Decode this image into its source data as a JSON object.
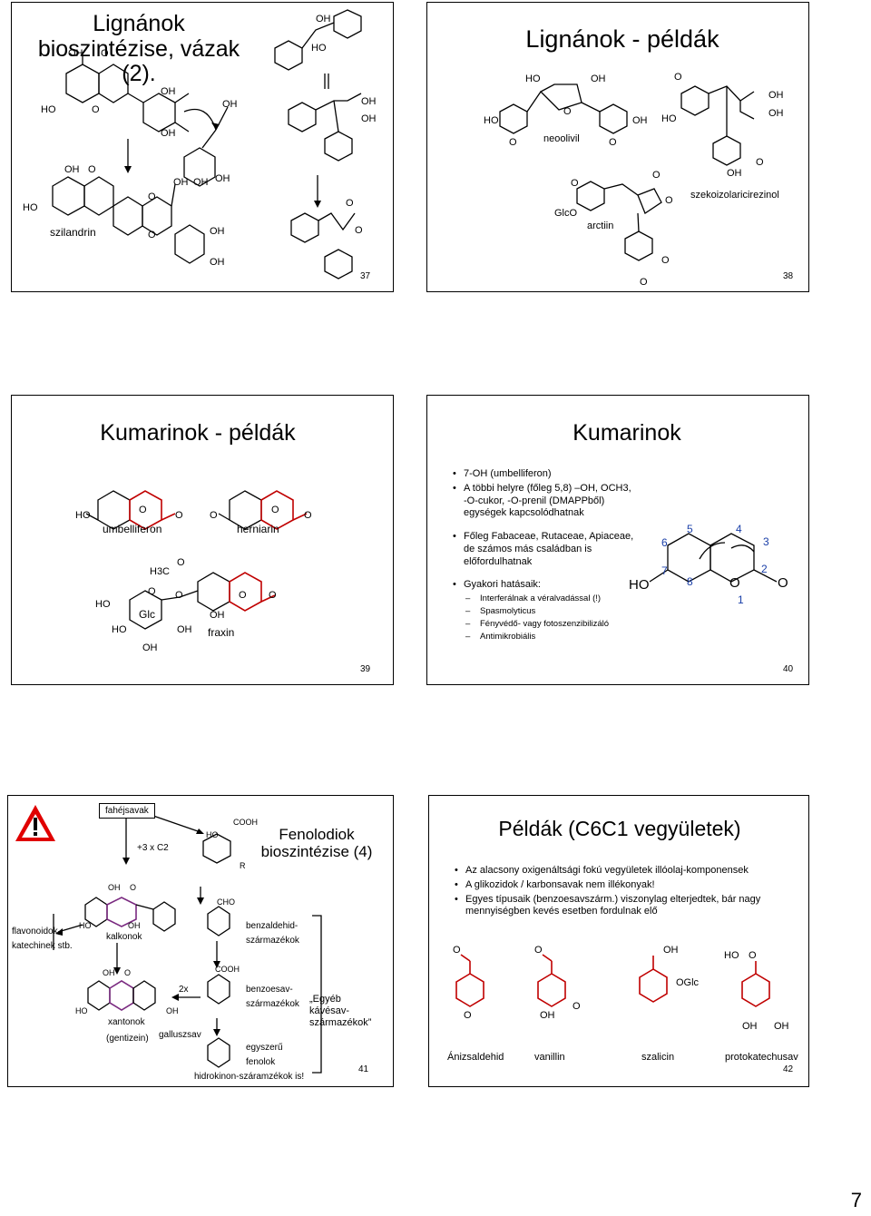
{
  "slides": {
    "s37": {
      "title": "Lignánok bioszintézise, vázak (2).",
      "number": "37",
      "labels": {
        "szilandrin": "szilandrin"
      }
    },
    "s38": {
      "title": "Lignánok - példák",
      "number": "38",
      "labels": {
        "neoolivil": "neoolivil",
        "szekoizolaricirezinol": "szekoizolaricirezinol",
        "arctiin": "arctiin",
        "glco": "GlcO"
      }
    },
    "s39": {
      "title": "Kumarinok - példák",
      "number": "39",
      "labels": {
        "umbelliferon": "umbelliferon",
        "herniarin": "herniarin",
        "fraxin": "fraxin",
        "glc": "Glc",
        "h3c": "H3C"
      }
    },
    "s40": {
      "title": "Kumarinok",
      "number": "40",
      "bullets": [
        {
          "text": "7-OH (umbelliferon)"
        },
        {
          "text": "A többi helyre (főleg 5,8) –OH, OCH3, -O-cukor, -O-prenil (DMAPPből) egységek kapcsolódhatnak"
        },
        {
          "text": "Főleg Fabaceae, Rutaceae, Apiaceae, de számos más családban is előfordulhatnak"
        },
        {
          "text": "Gyakori hatásaik:"
        }
      ],
      "dashes": [
        "Interferálnak a véralvadással (!)",
        "Spasmolyticus",
        "Fényvédő- vagy fotoszenzibilizáló",
        "Antimikrobiális"
      ],
      "ring_numbers": [
        "1",
        "2",
        "3",
        "4",
        "5",
        "6",
        "7",
        "8"
      ]
    },
    "s41": {
      "title": "Fenolodiok bioszintézise (4)",
      "number": "41",
      "labels": {
        "fahejsavak": "fahéjsavak",
        "plus3c2": "+3 x C2",
        "flavonoidok": "flavonoidok, katechinek stb.",
        "kalkonok": "kalkonok",
        "xantonok": "xantonok",
        "gentizein": "(gentizein)",
        "galluszsav": "galluszsav",
        "twox": "2x",
        "benzaldehid": "benzaldehid-származékok",
        "benzoesav": "benzoesav-származékok",
        "egyszeru": "egyszerű fenolok",
        "hidrokinon": "hidrokinon-száramzékok is!",
        "egyeb": "„Egyéb kávésav-származékok”",
        "cooh": "COOH",
        "cho": "CHO",
        "r": "R"
      }
    },
    "s42": {
      "title": "Példák (C6C1 vegyületek)",
      "number": "42",
      "bullets": [
        "Az alacsony oxigenáltsági fokú vegyületek illóolaj-komponensek",
        "A glikozidok / karbonsavak nem illékonyak!",
        "Egyes típusaik (benzoesavszárm.) viszonylag elterjedtek, bár nagy mennyiségben kevés esetben fordulnak elő"
      ],
      "compounds": [
        "Ánizsaldehid",
        "vanillin",
        "szalicin",
        "protokatechusav"
      ]
    }
  },
  "page_number": "7"
}
